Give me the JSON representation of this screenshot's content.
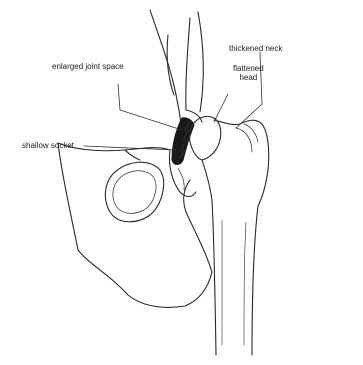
{
  "labels": {
    "enlarged_joint_space": "enlarged joint space",
    "flattened_line1": "flattened",
    "flattened_line2": "head",
    "thickened_neck": "thickened neck",
    "shallow_socket": "shallow socket"
  },
  "colors": {
    "ink": "#222222",
    "joint_fill": "#1a1a1a",
    "background": "#ffffff"
  }
}
